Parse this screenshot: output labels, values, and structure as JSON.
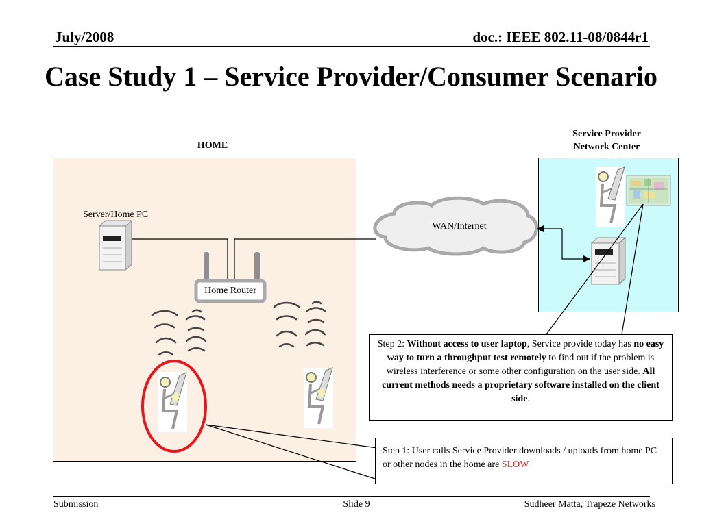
{
  "header": {
    "date": "July/2008",
    "doc_id": "doc.: IEEE 802.11-08/0844r1"
  },
  "title": "Case Study 1 – Service Provider/Consumer Scenario",
  "diagram": {
    "home_label": "HOME",
    "service_provider_label_line1": "Service Provider",
    "service_provider_label_line2": "Network Center",
    "server_label": "Server/Home PC",
    "router_label": "Home Router",
    "wan_label": "WAN/Internet"
  },
  "step2": {
    "prefix": "Step 2: ",
    "bold1": "Without access to user laptop",
    "text1": ", Service provide today has ",
    "bold2": "no easy way to turn a throughput test remotely",
    "text2": " to find out if the problem is wireless interference or some other configuration on the user side. ",
    "bold3": "All current methods needs a proprietary software installed on the client side",
    "text3": "."
  },
  "step1": {
    "text": "Step 1: User calls Service Provider downloads / uploads from home PC or other nodes in the home are ",
    "highlight": "SLOW"
  },
  "footer": {
    "left": "Submission",
    "center": "Slide 9",
    "right": "Sudheer Matta, Trapeze Networks"
  },
  "colors": {
    "home_bg": "#fcefe3",
    "provider_bg": "#ccfbfb",
    "highlight_ring": "#e8161c",
    "slow_text": "#e8251c"
  }
}
